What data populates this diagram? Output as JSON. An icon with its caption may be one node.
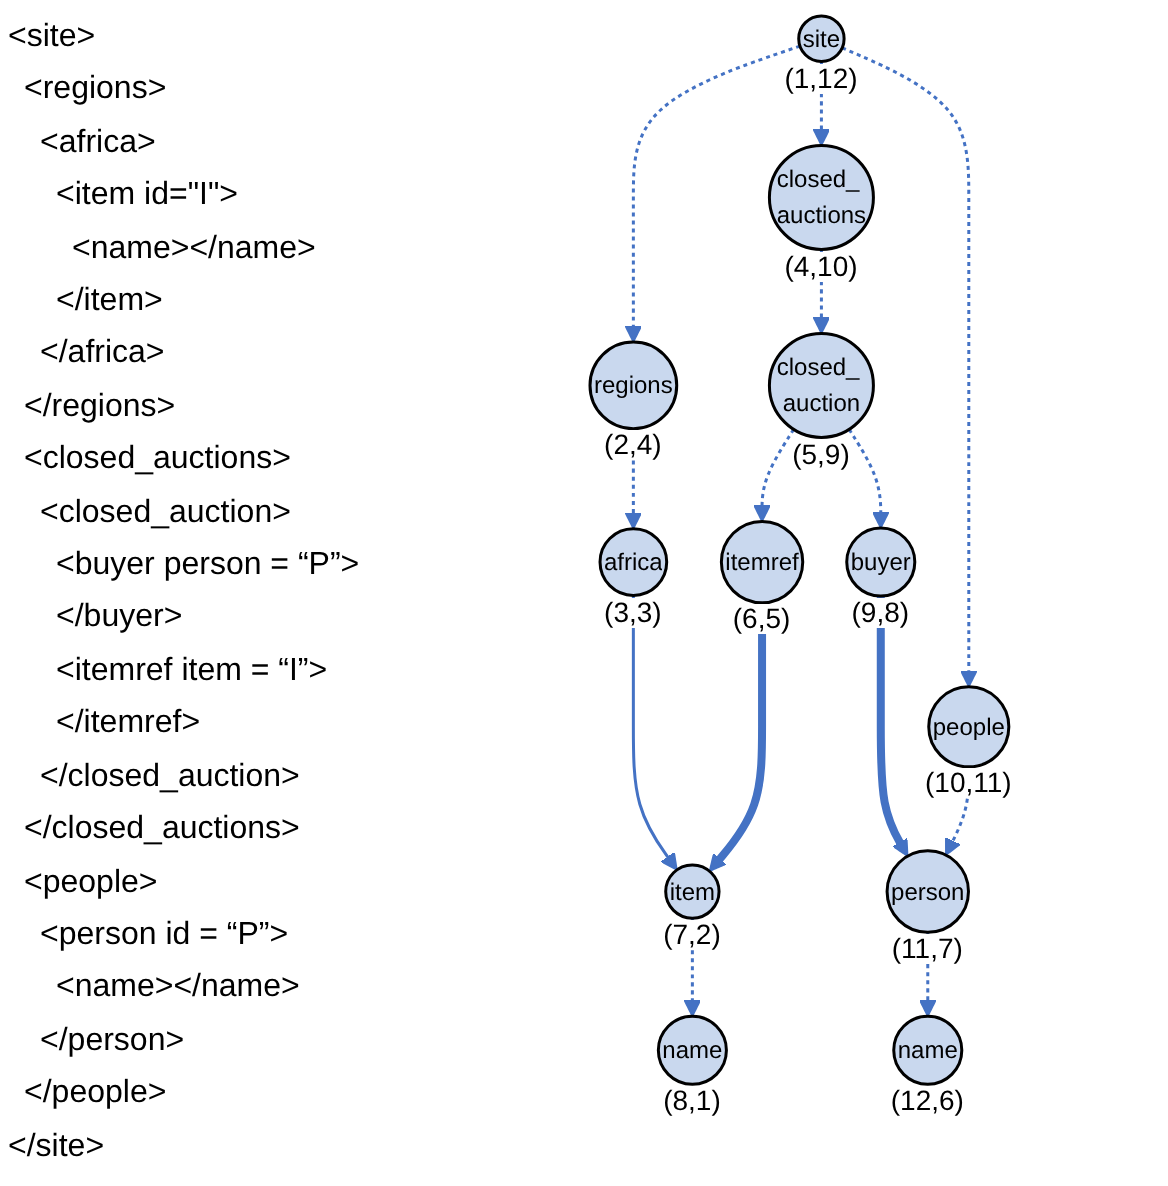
{
  "diagram": {
    "nodes": [
      {
        "text": [
          "site"
        ],
        "beside": [
          "(1,12)"
        ]
      },
      {
        "text": [
          "regions"
        ],
        "beside": [
          "(2,4)"
        ]
      },
      {
        "text": [
          "closed_ auctions"
        ],
        "beside": [
          "(4,10)"
        ]
      },
      {
        "text": [
          "people"
        ],
        "beside": [
          "(10,11)"
        ]
      },
      {
        "text": [
          "africa"
        ],
        "beside": [
          "(3,3)"
        ]
      },
      {
        "text": [
          "closed_ auction"
        ],
        "beside": [
          "(5,9)"
        ]
      },
      {
        "text": [
          "person"
        ],
        "beside": [
          "(11,7)"
        ]
      },
      {
        "text": [
          "item"
        ],
        "beside": [
          "(7,2)"
        ]
      },
      {
        "text": [
          "itemref"
        ],
        "beside": [
          "(6,5)"
        ]
      },
      {
        "text": [
          "buyer"
        ],
        "beside": [
          "(9,8)"
        ]
      },
      {
        "text": [
          "name"
        ],
        "beside": [
          "(12,6)"
        ]
      },
      {
        "text": [
          "name"
        ],
        "beside": [
          "(8,1)"
        ]
      }
    ],
    "edges": [
      {
        "from": 0,
        "to": 1,
        "arrow": "to",
        "style": "dashed"
      },
      {
        "from": 0,
        "to": 2,
        "arrow": "to",
        "style": "dashed"
      },
      {
        "from": 0,
        "to": 3,
        "arrow": "to",
        "style": "dashed"
      },
      {
        "from": 1,
        "to": 4,
        "arrow": "to",
        "style": "dashed"
      },
      {
        "from": 2,
        "to": 5,
        "arrow": "to",
        "style": "dashed"
      },
      {
        "from": 3,
        "to": 6,
        "arrow": "to",
        "style": "dashed"
      },
      {
        "from": 4,
        "to": 7,
        "arrow": "to"
      },
      {
        "from": 5,
        "to": 8,
        "arrow": "to",
        "style": "dashed"
      },
      {
        "from": 5,
        "to": 9,
        "arrow": "to",
        "style": "dashed"
      },
      {
        "from": 6,
        "to": 10,
        "arrow": "to",
        "style": "dashed"
      },
      {
        "from": 8,
        "to": 7,
        "arrow": "to",
        "style": "thick"
      },
      {
        "from": 9,
        "to": 6,
        "arrow": "to",
        "style": "thick"
      },
      {
        "from": 7,
        "to": 11,
        "arrow": "to",
        "style": "dashed"
      }
    ],
    "labels": [
      "<site>",
      "<regions>",
      "<africa>",
      "<item id=\"I\">",
      "<name></name>",
      "</item>",
      "</africa>",
      "</regions>",
      "<closed_auctions>",
      "<closed_auction>",
      "<buyer person = “P”>",
      "</buyer>",
      "<itemref item = “I”>",
      "</itemref>",
      "</closed_auction>",
      "</closed_auctions>",
      "<people>",
      "<person id = “P”>",
      "<name></name>",
      "</person>",
      "</people>",
      "</site>"
    ]
  }
}
